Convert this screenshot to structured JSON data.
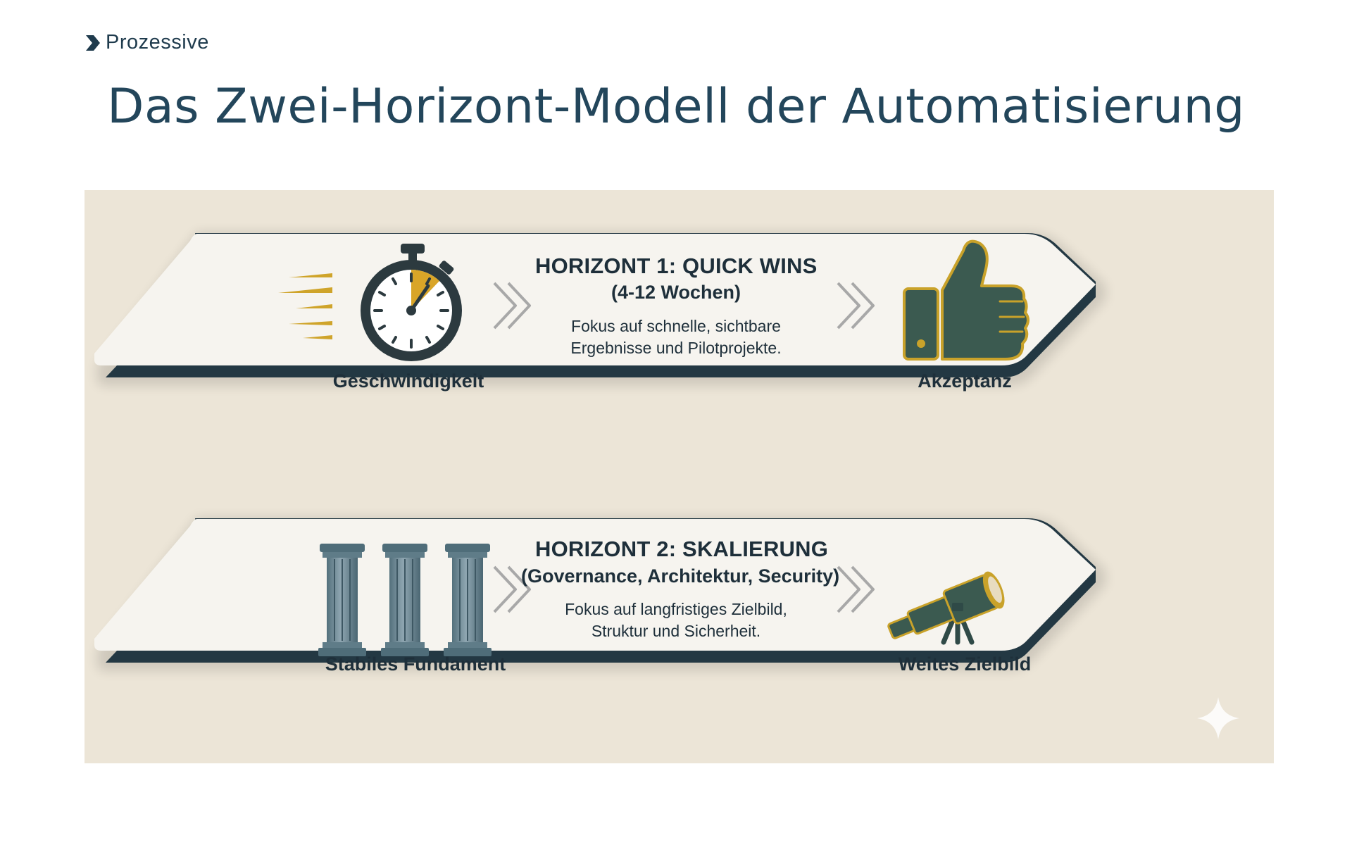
{
  "brand": {
    "name": "Prozessive",
    "icon": "chevron-right-icon"
  },
  "page": {
    "title": "Das Zwei-Horizont-Modell der Automatisierung"
  },
  "colors": {
    "navy": "#23465b",
    "gold": "#c9a22a",
    "panel": "#ece5d7",
    "banner": "#f6f4ef",
    "dark_green": "#3b5a50"
  },
  "horizons": [
    {
      "title": "HORIZONT 1: QUICK WINS",
      "subtitle": "(4-12 Wochen)",
      "description": "Fokus auf schnelle, sichtbare Ergebnisse und Pilotprojekte.",
      "left_label": "Geschwindigkeit",
      "left_icon": "stopwatch-icon",
      "right_label": "Akzeptanz",
      "right_icon": "thumbs-up-icon"
    },
    {
      "title": "HORIZONT 2: SKALIERUNG",
      "subtitle": "(Governance, Architektur, Security)",
      "description": "Fokus auf langfristiges Zielbild, Struktur und Sicherheit.",
      "left_label": "Stabiles Fundament",
      "left_icon": "pillars-icon",
      "right_label": "Weites Zielbild",
      "right_icon": "telescope-icon"
    }
  ]
}
